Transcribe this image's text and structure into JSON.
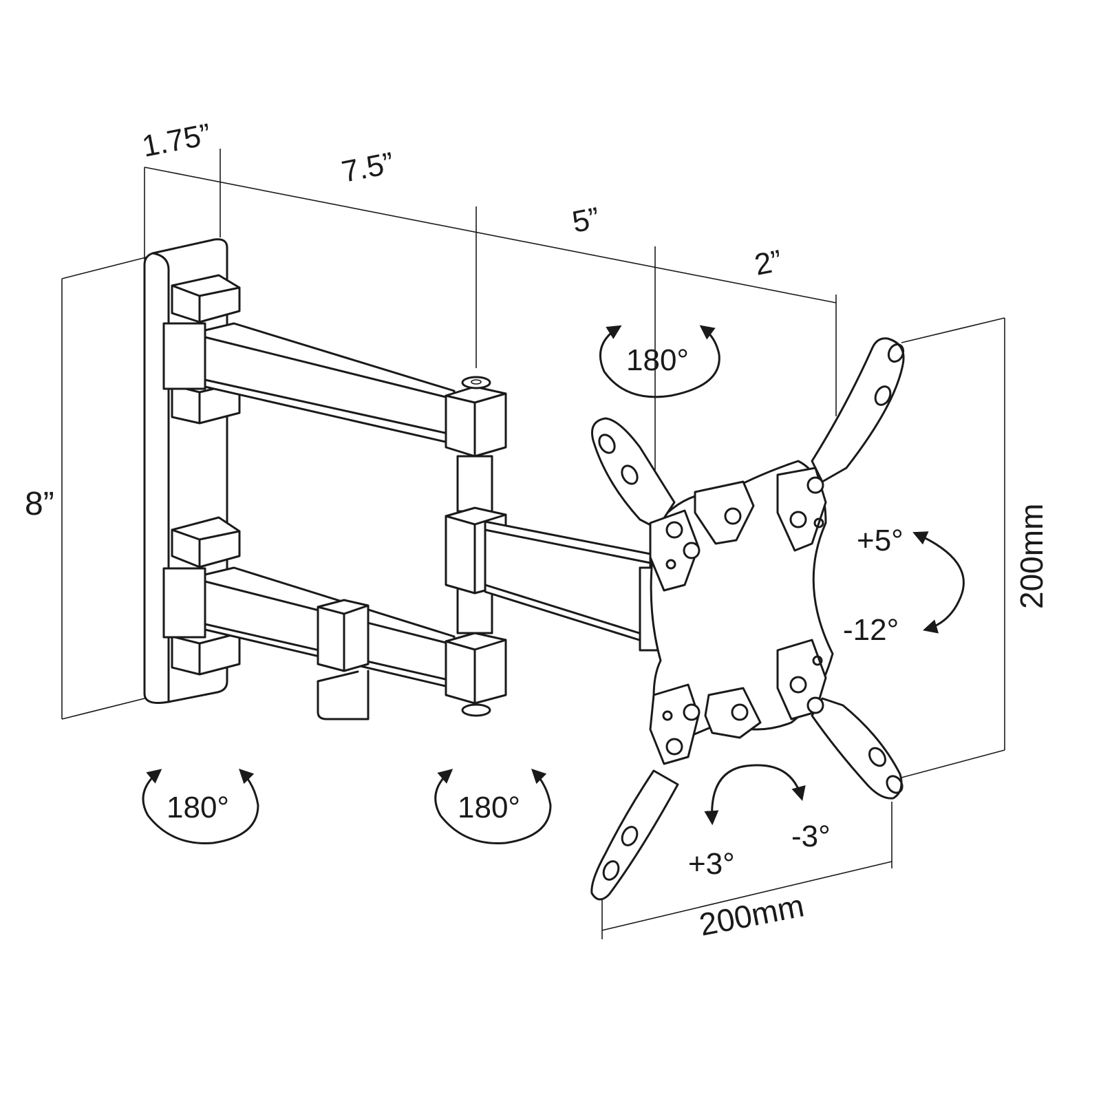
{
  "dimensions": {
    "plate_depth": "1.75”",
    "arm_one": "7.5”",
    "arm_two": "5”",
    "head_depth": "2”",
    "height": "8”",
    "vesa_vertical": "200mm",
    "vesa_horizontal": "200mm"
  },
  "rotation": {
    "top_swivel": "180°",
    "wall_swivel": "180°",
    "elbow_swivel": "180°"
  },
  "tilt": {
    "up": "+5°",
    "down": "-12°"
  },
  "level": {
    "left": "+3°",
    "right": "-3°"
  }
}
